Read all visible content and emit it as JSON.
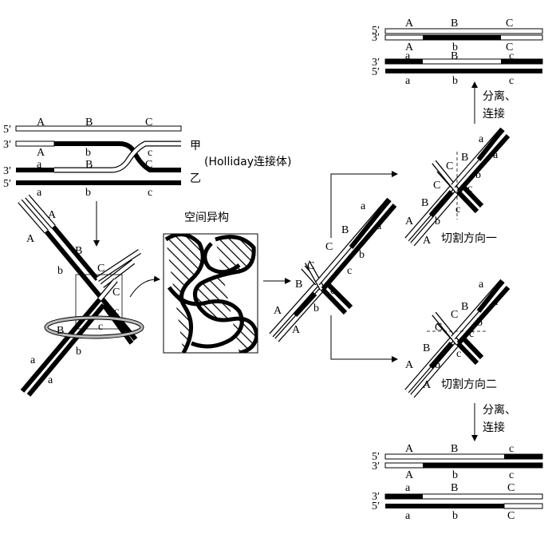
{
  "markers": {
    "five_prime": "5′",
    "three_prime": "3′"
  },
  "strand_labels": {
    "A": "A",
    "B": "B",
    "C": "C",
    "a": "a",
    "b": "b",
    "c": "c"
  },
  "duplex_names": {
    "jia": "甲",
    "yi": "乙"
  },
  "texts": {
    "holliday": "(Holliday连接体)",
    "isomer": "空间异构",
    "cut_one": "切割方向一",
    "cut_two": "切割方向二",
    "separate": "分离、",
    "connect": "连接"
  }
}
